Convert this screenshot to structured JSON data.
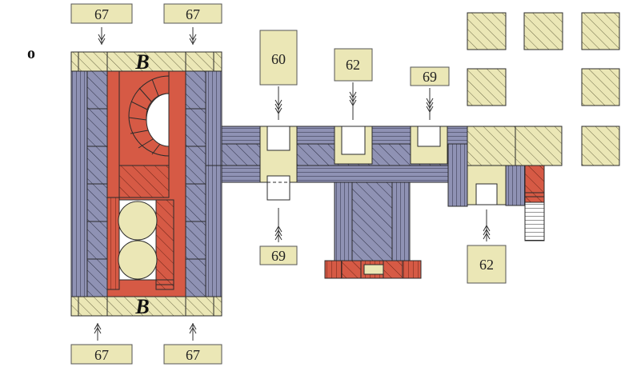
{
  "corner_label": "o",
  "bench_mark": "B",
  "dimensions": {
    "top_left": "67",
    "top_right": "67",
    "bottom_left": "67",
    "bottom_right": "67",
    "chimney_1_top": "60",
    "chimney_1_bottom": "69",
    "chimney_2_top": "62",
    "chimney_3_top": "69",
    "chimney_4_bottom": "62"
  },
  "colors": {
    "stone": "#8f92b4",
    "brick": "#d65a45",
    "sand": "#ebe7b6",
    "line": "#2b2b2b"
  }
}
